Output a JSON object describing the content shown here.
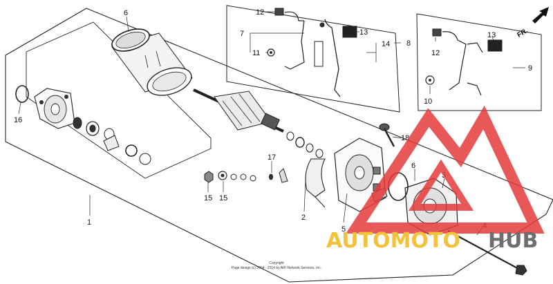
{
  "diagram": {
    "part_labels": {
      "p1": "1",
      "p2": "2",
      "p3": "3",
      "p4": "4",
      "p5": "5",
      "p6a": "6",
      "p6b": "6",
      "p7": "7",
      "p8": "8",
      "p9": "9",
      "p10": "10",
      "p11": "11",
      "p12a": "12",
      "p12b": "12",
      "p13a": "13",
      "p13b": "13",
      "p14": "14",
      "p15a": "15",
      "p15b": "15",
      "p16": "16",
      "p17": "17",
      "p18": "18"
    },
    "direction_label": "FR.",
    "copyright_line1": "Copyright",
    "copyright_line2": "Page design (c) 2004 - 2014 by ARI Network Services, Inc."
  },
  "watermark": {
    "part1": "AUTOMOTO",
    "part2": "HUB",
    "colors": {
      "red": "#e43b3b",
      "yellow": "#f2c23c",
      "gray": "#6e6e6e"
    }
  }
}
